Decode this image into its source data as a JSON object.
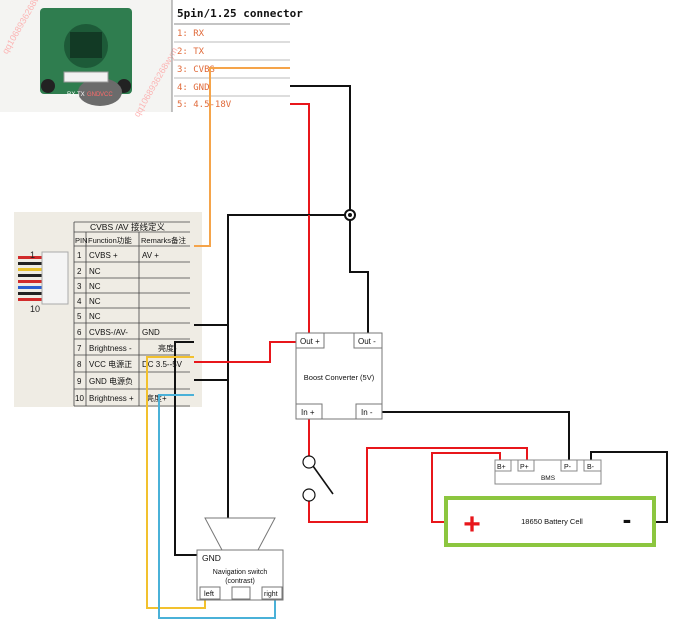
{
  "connector": {
    "title": "5pin/1.25 connector",
    "pins": [
      {
        "label": "1: RX"
      },
      {
        "label": "2: TX"
      },
      {
        "label": "3: CVBS"
      },
      {
        "label": "4: GND"
      },
      {
        "label": "5: 4.5-18V"
      }
    ]
  },
  "camera_photo": {
    "pcb_labels": [
      "RX",
      "TX",
      "GND",
      "VCC"
    ],
    "watermark": "qq1068936268wym"
  },
  "pinout_table": {
    "title": "CVBS /AV 接线定义",
    "headers": [
      "PIN",
      "Function功能",
      "Remarks备注"
    ],
    "rows": [
      {
        "pin": "1",
        "function": "CVBS +",
        "remark": "AV +"
      },
      {
        "pin": "2",
        "function": "NC",
        "remark": ""
      },
      {
        "pin": "3",
        "function": "NC",
        "remark": ""
      },
      {
        "pin": "4",
        "function": "NC",
        "remark": ""
      },
      {
        "pin": "5",
        "function": "NC",
        "remark": ""
      },
      {
        "pin": "6",
        "function": "CVBS-/AV-",
        "remark": "GND"
      },
      {
        "pin": "7",
        "function": "Brightness -",
        "remark": "亮度-"
      },
      {
        "pin": "8",
        "function": "VCC 电源正",
        "remark": "DC 3.5--5V"
      },
      {
        "pin": "9",
        "function": "GND 电源负",
        "remark": ""
      },
      {
        "pin": "10",
        "function": "Brightness +",
        "remark": "亮度+"
      }
    ],
    "connector_marks": [
      "1",
      "10"
    ]
  },
  "boost_converter": {
    "title": "Boost Converter (5V)",
    "out_plus": "Out +",
    "out_minus": "Out -",
    "in_plus": "In +",
    "in_minus": "In -"
  },
  "bms": {
    "title": "BMS",
    "terminals": [
      "B+",
      "P+",
      "P-",
      "B-"
    ]
  },
  "battery": {
    "title": "18650 Battery Cell",
    "plus": "+",
    "minus": "-",
    "border_color": "#8cc63f"
  },
  "nav_switch": {
    "gnd": "GND",
    "title_line1": "Navigation switch",
    "title_line2": "(contrast)",
    "left": "left",
    "right": "right"
  },
  "colors": {
    "power": "#e8161b",
    "ground": "#111111",
    "video": "#f5a44a",
    "left_wire": "#f2c12e",
    "right_wire": "#4ab1d8",
    "connector_pin_orange": "#e06a3a"
  }
}
